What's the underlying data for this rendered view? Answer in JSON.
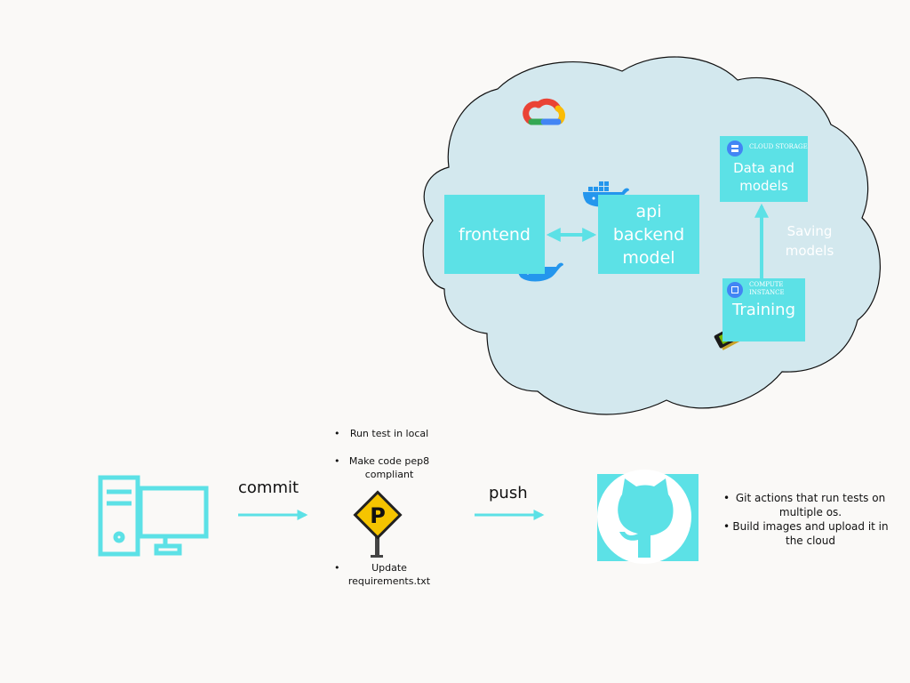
{
  "cloud": {
    "gcp_logo_icon": "google-cloud-logo",
    "frontend_label": "frontend",
    "api_line1": "api",
    "api_line2": "backend",
    "api_line3": "model",
    "storage_service_label": "CLOUD STORAGE",
    "storage_line1": "Data and",
    "storage_line2": "models",
    "saving_line1": "Saving",
    "saving_line2": "models",
    "compute_service_label_1": "COMPUTE",
    "compute_service_label_2": "INSTANCE",
    "training_label": "Training"
  },
  "workflow": {
    "commit_label": "commit",
    "push_label": "push",
    "local_steps": [
      "Run test in local",
      "Make code pep8 compliant",
      "Update requirements.txt"
    ],
    "github_steps": [
      "Git actions that run tests on multiple os.",
      "Build images and upload it in the cloud"
    ]
  },
  "colors": {
    "accent": "#5ce1e6",
    "cloud_fill": "#d3e8ee",
    "docker_blue": "#2496ed",
    "sign_yellow": "#f5c400"
  }
}
